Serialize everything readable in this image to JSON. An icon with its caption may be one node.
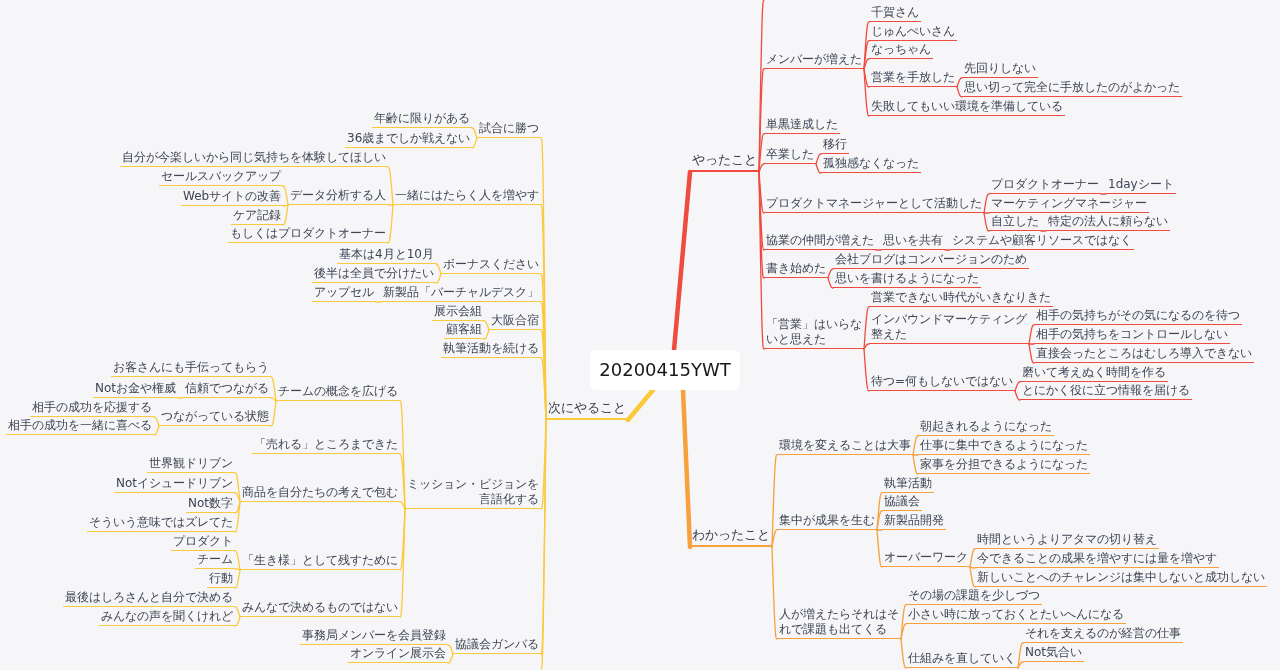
{
  "diagram": {
    "nodes": [
      {
        "text": [
          "20200415YWT"
        ]
      },
      {
        "text": [
          "やったこと"
        ]
      },
      {
        "text": [
          "メンバーが増えた"
        ]
      },
      {
        "text": [
          "千賀さん"
        ]
      },
      {
        "text": [
          "じゅんぺいさん"
        ]
      },
      {
        "text": [
          "なっちゃん"
        ]
      },
      {
        "text": [
          "営業を手放した"
        ]
      },
      {
        "text": [
          "先回りしない"
        ]
      },
      {
        "text": [
          "思い切って完全に手放したのがよかった"
        ]
      },
      {
        "text": [
          "失敗してもいい環境を準備している"
        ]
      },
      {
        "text": [
          "単黒達成した"
        ]
      },
      {
        "text": [
          "卒業した"
        ]
      },
      {
        "text": [
          "移行"
        ]
      },
      {
        "text": [
          "孤独感なくなった"
        ]
      },
      {
        "text": [
          "プロダクトマネージャーとして活動した"
        ]
      },
      {
        "text": [
          "プロダクトオーナー"
        ]
      },
      {
        "text": [
          "1dayシート"
        ]
      },
      {
        "text": [
          "マーケティングマネージャー"
        ]
      },
      {
        "text": [
          "自立した"
        ]
      },
      {
        "text": [
          "特定の法人に頼らない"
        ]
      },
      {
        "text": [
          "協業の仲間が増えた"
        ]
      },
      {
        "text": [
          "思いを共有"
        ]
      },
      {
        "text": [
          "システムや顧客リソースではなく"
        ]
      },
      {
        "text": [
          "書き始めた"
        ]
      },
      {
        "text": [
          "会社ブログはコンバージョンのため"
        ]
      },
      {
        "text": [
          "思いを書けるようになった"
        ]
      },
      {
        "text": [
          "「営業」はいらないと思えた"
        ]
      },
      {
        "text": [
          "営業できない時代がいきなりきた"
        ]
      },
      {
        "text": [
          "インバウンドマーケティング整えた"
        ]
      },
      {
        "text": [
          "相手の気持ちがその気になるのを待つ"
        ]
      },
      {
        "text": [
          "相手の気持ちをコントロールしない"
        ]
      },
      {
        "text": [
          "直接会ったところはむしろ導入できない"
        ]
      },
      {
        "text": [
          "待つ=何もしないではない"
        ]
      },
      {
        "text": [
          "磨いて考えぬく時間を作る"
        ]
      },
      {
        "text": [
          "とにかく役に立つ情報を届ける"
        ]
      },
      {
        "text": [
          "わかったこと"
        ]
      },
      {
        "text": [
          "環境を変えることは大事"
        ]
      },
      {
        "text": [
          "朝起きれるようになった"
        ]
      },
      {
        "text": [
          "仕事に集中できるようになった"
        ]
      },
      {
        "text": [
          "家事を分担できるようになった"
        ]
      },
      {
        "text": [
          "集中が成果を生む"
        ]
      },
      {
        "text": [
          "執筆活動"
        ]
      },
      {
        "text": [
          "協議会"
        ]
      },
      {
        "text": [
          "新製品開発"
        ]
      },
      {
        "text": [
          "オーバーワーク"
        ]
      },
      {
        "text": [
          "時間というよりアタマの切り替え"
        ]
      },
      {
        "text": [
          "今できることの成果を増やすには量を増やす"
        ]
      },
      {
        "text": [
          "新しいことへのチャレンジは集中しないと成功しない"
        ]
      },
      {
        "text": [
          "人が増えたらそれはそれで課題も出てくる"
        ]
      },
      {
        "text": [
          "その場の課題を少しづつ"
        ]
      },
      {
        "text": [
          "小さい時に放っておくとたいへんになる"
        ]
      },
      {
        "text": [
          "仕組みを直していく"
        ]
      },
      {
        "text": [
          "それを支えるのが経営の仕事"
        ]
      },
      {
        "text": [
          "Not気合い"
        ]
      },
      {
        "text": [
          "次にやること"
        ]
      },
      {
        "text": [
          "試合に勝つ"
        ]
      },
      {
        "text": [
          "年齢に限りがある"
        ]
      },
      {
        "text": [
          "36歳までしか戦えない"
        ]
      },
      {
        "text": [
          "一緒にはたらく人を増やす"
        ]
      },
      {
        "text": [
          "自分が今楽しいから同じ気持ちを体験してほしい"
        ]
      },
      {
        "text": [
          "データ分析する人"
        ]
      },
      {
        "text": [
          "セールスバックアップ"
        ]
      },
      {
        "text": [
          "Webサイトの改善"
        ]
      },
      {
        "text": [
          "ケア記録"
        ]
      },
      {
        "text": [
          "もしくはプロダクトオーナー"
        ]
      },
      {
        "text": [
          "ボーナスください"
        ]
      },
      {
        "text": [
          "基本は4月と10月"
        ]
      },
      {
        "text": [
          "後半は全員で分けたい"
        ]
      },
      {
        "text": [
          "新製品「バーチャルデスク」"
        ]
      },
      {
        "text": [
          "アップセル"
        ]
      },
      {
        "text": [
          "大阪合宿"
        ]
      },
      {
        "text": [
          "展示会組"
        ]
      },
      {
        "text": [
          "顧客組"
        ]
      },
      {
        "text": [
          "執筆活動を続ける"
        ]
      },
      {
        "text": [
          "ミッション・ビジョンを言語化する"
        ]
      },
      {
        "text": [
          "チームの概念を広げる"
        ]
      },
      {
        "text": [
          "お客さんにも手伝ってもらう"
        ]
      },
      {
        "text": [
          "信頼でつながる"
        ]
      },
      {
        "text": [
          "Notお金や権威"
        ]
      },
      {
        "text": [
          "つながっている状態"
        ]
      },
      {
        "text": [
          "相手の成功を応援する"
        ]
      },
      {
        "text": [
          "相手の成功を一緒に喜べる"
        ]
      },
      {
        "text": [
          "「売れる」ところまできた"
        ]
      },
      {
        "text": [
          "商品を自分たちの考えで包む"
        ]
      },
      {
        "text": [
          "世界観ドリブン"
        ]
      },
      {
        "text": [
          "Notイシュードリブン"
        ]
      },
      {
        "text": [
          "Not数字"
        ]
      },
      {
        "text": [
          "そういう意味ではズレてた"
        ]
      },
      {
        "text": [
          "「生き様」として残すために"
        ]
      },
      {
        "text": [
          "プロダクト"
        ]
      },
      {
        "text": [
          "チーム"
        ]
      },
      {
        "text": [
          "行動"
        ]
      },
      {
        "text": [
          "みんなで決めるものではない"
        ]
      },
      {
        "text": [
          "最後はしろさんと自分で決める"
        ]
      },
      {
        "text": [
          "みんなの声を聞くけれど"
        ]
      },
      {
        "text": [
          "協議会ガンバる"
        ]
      },
      {
        "text": [
          "事務局メンバーを会員登録"
        ]
      },
      {
        "text": [
          "オンライン展示会"
        ]
      }
    ],
    "edges": [
      {
        "from": 0,
        "to": 1,
        "arrow": "none",
        "style": "thick",
        "color": "#f04b3f"
      },
      {
        "from": 1,
        "to": 2,
        "arrow": "none",
        "color": "#f04b3f"
      },
      {
        "from": 2,
        "to": 3,
        "arrow": "none",
        "color": "#f04b3f"
      },
      {
        "from": 2,
        "to": 4,
        "arrow": "none",
        "color": "#f04b3f"
      },
      {
        "from": 2,
        "to": 5,
        "arrow": "none",
        "color": "#f04b3f"
      },
      {
        "from": 2,
        "to": 6,
        "arrow": "none",
        "color": "#f04b3f"
      },
      {
        "from": 6,
        "to": 7,
        "arrow": "none",
        "color": "#f04b3f"
      },
      {
        "from": 6,
        "to": 8,
        "arrow": "none",
        "color": "#f04b3f"
      },
      {
        "from": 2,
        "to": 9,
        "arrow": "none",
        "color": "#f04b3f"
      },
      {
        "from": 1,
        "to": 10,
        "arrow": "none",
        "color": "#f04b3f"
      },
      {
        "from": 1,
        "to": 11,
        "arrow": "none",
        "color": "#f04b3f"
      },
      {
        "from": 11,
        "to": 12,
        "arrow": "none",
        "color": "#f04b3f"
      },
      {
        "from": 11,
        "to": 13,
        "arrow": "none",
        "color": "#f04b3f"
      },
      {
        "from": 1,
        "to": 14,
        "arrow": "none",
        "color": "#f04b3f"
      },
      {
        "from": 14,
        "to": 15,
        "arrow": "none",
        "color": "#f04b3f"
      },
      {
        "from": 15,
        "to": 16,
        "arrow": "none",
        "color": "#f04b3f"
      },
      {
        "from": 14,
        "to": 17,
        "arrow": "none",
        "color": "#f04b3f"
      },
      {
        "from": 14,
        "to": 18,
        "arrow": "none",
        "color": "#f04b3f"
      },
      {
        "from": 18,
        "to": 19,
        "arrow": "none",
        "color": "#f04b3f"
      },
      {
        "from": 1,
        "to": 20,
        "arrow": "none",
        "color": "#f04b3f"
      },
      {
        "from": 20,
        "to": 21,
        "arrow": "none",
        "color": "#f04b3f"
      },
      {
        "from": 21,
        "to": 22,
        "arrow": "none",
        "color": "#f04b3f"
      },
      {
        "from": 1,
        "to": 23,
        "arrow": "none",
        "color": "#f04b3f"
      },
      {
        "from": 23,
        "to": 24,
        "arrow": "none",
        "color": "#f04b3f"
      },
      {
        "from": 23,
        "to": 25,
        "arrow": "none",
        "color": "#f04b3f"
      },
      {
        "from": 1,
        "to": 26,
        "arrow": "none",
        "color": "#f04b3f"
      },
      {
        "from": 26,
        "to": 27,
        "arrow": "none",
        "color": "#f04b3f"
      },
      {
        "from": 26,
        "to": 28,
        "arrow": "none",
        "color": "#f04b3f"
      },
      {
        "from": 28,
        "to": 29,
        "arrow": "none",
        "color": "#f04b3f"
      },
      {
        "from": 28,
        "to": 30,
        "arrow": "none",
        "color": "#f04b3f"
      },
      {
        "from": 28,
        "to": 31,
        "arrow": "none",
        "color": "#f04b3f"
      },
      {
        "from": 26,
        "to": 32,
        "arrow": "none",
        "color": "#f04b3f"
      },
      {
        "from": 32,
        "to": 33,
        "arrow": "none",
        "color": "#f04b3f"
      },
      {
        "from": 32,
        "to": 34,
        "arrow": "none",
        "color": "#f04b3f"
      },
      {
        "from": 1,
        "to": null,
        "arrow": "none",
        "color": "#f04b3f"
      },
      {
        "from": 0,
        "to": 35,
        "arrow": "none",
        "style": "thick",
        "color": "#f8a03c"
      },
      {
        "from": 35,
        "to": 36,
        "arrow": "none",
        "color": "#f8a03c"
      },
      {
        "from": 36,
        "to": 37,
        "arrow": "none",
        "color": "#f8a03c"
      },
      {
        "from": 36,
        "to": 38,
        "arrow": "none",
        "color": "#f8a03c"
      },
      {
        "from": 36,
        "to": 39,
        "arrow": "none",
        "color": "#f8a03c"
      },
      {
        "from": 35,
        "to": 40,
        "arrow": "none",
        "color": "#f8a03c"
      },
      {
        "from": 40,
        "to": 41,
        "arrow": "none",
        "color": "#f8a03c"
      },
      {
        "from": 40,
        "to": 42,
        "arrow": "none",
        "color": "#f8a03c"
      },
      {
        "from": 40,
        "to": 43,
        "arrow": "none",
        "color": "#f8a03c"
      },
      {
        "from": 40,
        "to": 44,
        "arrow": "none",
        "color": "#f8a03c"
      },
      {
        "from": 44,
        "to": 45,
        "arrow": "none",
        "color": "#f8a03c"
      },
      {
        "from": 44,
        "to": 46,
        "arrow": "none",
        "color": "#f8a03c"
      },
      {
        "from": 44,
        "to": 47,
        "arrow": "none",
        "color": "#f8a03c"
      },
      {
        "from": 35,
        "to": 48,
        "arrow": "none",
        "color": "#f8a03c"
      },
      {
        "from": 48,
        "to": 49,
        "arrow": "none",
        "color": "#f8a03c"
      },
      {
        "from": 48,
        "to": 50,
        "arrow": "none",
        "color": "#f8a03c"
      },
      {
        "from": 48,
        "to": 51,
        "arrow": "none",
        "color": "#f8a03c"
      },
      {
        "from": 51,
        "to": 52,
        "arrow": "none",
        "color": "#f8a03c"
      },
      {
        "from": 51,
        "to": 53,
        "arrow": "none",
        "color": "#f8a03c"
      },
      {
        "from": 0,
        "to": 54,
        "arrow": "none",
        "style": "thick"
      },
      {
        "from": 54,
        "to": 55,
        "arrow": "none"
      },
      {
        "from": 55,
        "to": 56,
        "arrow": "none"
      },
      {
        "from": 55,
        "to": 57,
        "arrow": "none"
      },
      {
        "from": 54,
        "to": 58,
        "arrow": "none"
      },
      {
        "from": 58,
        "to": 59,
        "arrow": "none"
      },
      {
        "from": 58,
        "to": 60,
        "arrow": "none"
      },
      {
        "from": 60,
        "to": 61,
        "arrow": "none"
      },
      {
        "from": 60,
        "to": 62,
        "arrow": "none"
      },
      {
        "from": 60,
        "to": 63,
        "arrow": "none"
      },
      {
        "from": 58,
        "to": 64,
        "arrow": "none"
      },
      {
        "from": 54,
        "to": 65,
        "arrow": "none"
      },
      {
        "from": 65,
        "to": 66,
        "arrow": "none"
      },
      {
        "from": 65,
        "to": 67,
        "arrow": "none"
      },
      {
        "from": 54,
        "to": 68,
        "arrow": "none"
      },
      {
        "from": 68,
        "to": 69,
        "arrow": "none"
      },
      {
        "from": 54,
        "to": 70,
        "arrow": "none"
      },
      {
        "from": 70,
        "to": 71,
        "arrow": "none"
      },
      {
        "from": 70,
        "to": 72,
        "arrow": "none"
      },
      {
        "from": 54,
        "to": 73,
        "arrow": "none"
      },
      {
        "from": 54,
        "to": 74,
        "arrow": "none"
      },
      {
        "from": 74,
        "to": 75,
        "arrow": "none"
      },
      {
        "from": 75,
        "to": 76,
        "arrow": "none"
      },
      {
        "from": 75,
        "to": 77,
        "arrow": "none"
      },
      {
        "from": 77,
        "to": 78,
        "arrow": "none"
      },
      {
        "from": 75,
        "to": 79,
        "arrow": "none"
      },
      {
        "from": 79,
        "to": 80,
        "arrow": "none"
      },
      {
        "from": 79,
        "to": 81,
        "arrow": "none"
      },
      {
        "from": 74,
        "to": 82,
        "arrow": "none"
      },
      {
        "from": 74,
        "to": 83,
        "arrow": "none"
      },
      {
        "from": 83,
        "to": 84,
        "arrow": "none"
      },
      {
        "from": 83,
        "to": 85,
        "arrow": "none"
      },
      {
        "from": 83,
        "to": 86,
        "arrow": "none"
      },
      {
        "from": 83,
        "to": 87,
        "arrow": "none"
      },
      {
        "from": 74,
        "to": 88,
        "arrow": "none"
      },
      {
        "from": 88,
        "to": 89,
        "arrow": "none"
      },
      {
        "from": 88,
        "to": 90,
        "arrow": "none"
      },
      {
        "from": 88,
        "to": 91,
        "arrow": "none"
      },
      {
        "from": 74,
        "to": 92,
        "arrow": "none"
      },
      {
        "from": 92,
        "to": 93,
        "arrow": "none"
      },
      {
        "from": 92,
        "to": 94,
        "arrow": "none"
      },
      {
        "from": 54,
        "to": 95,
        "arrow": "none"
      },
      {
        "from": 95,
        "to": 96,
        "arrow": "none"
      },
      {
        "from": 95,
        "to": 97,
        "arrow": "none"
      },
      {
        "from": 54,
        "to": null,
        "arrow": "none"
      }
    ]
  }
}
